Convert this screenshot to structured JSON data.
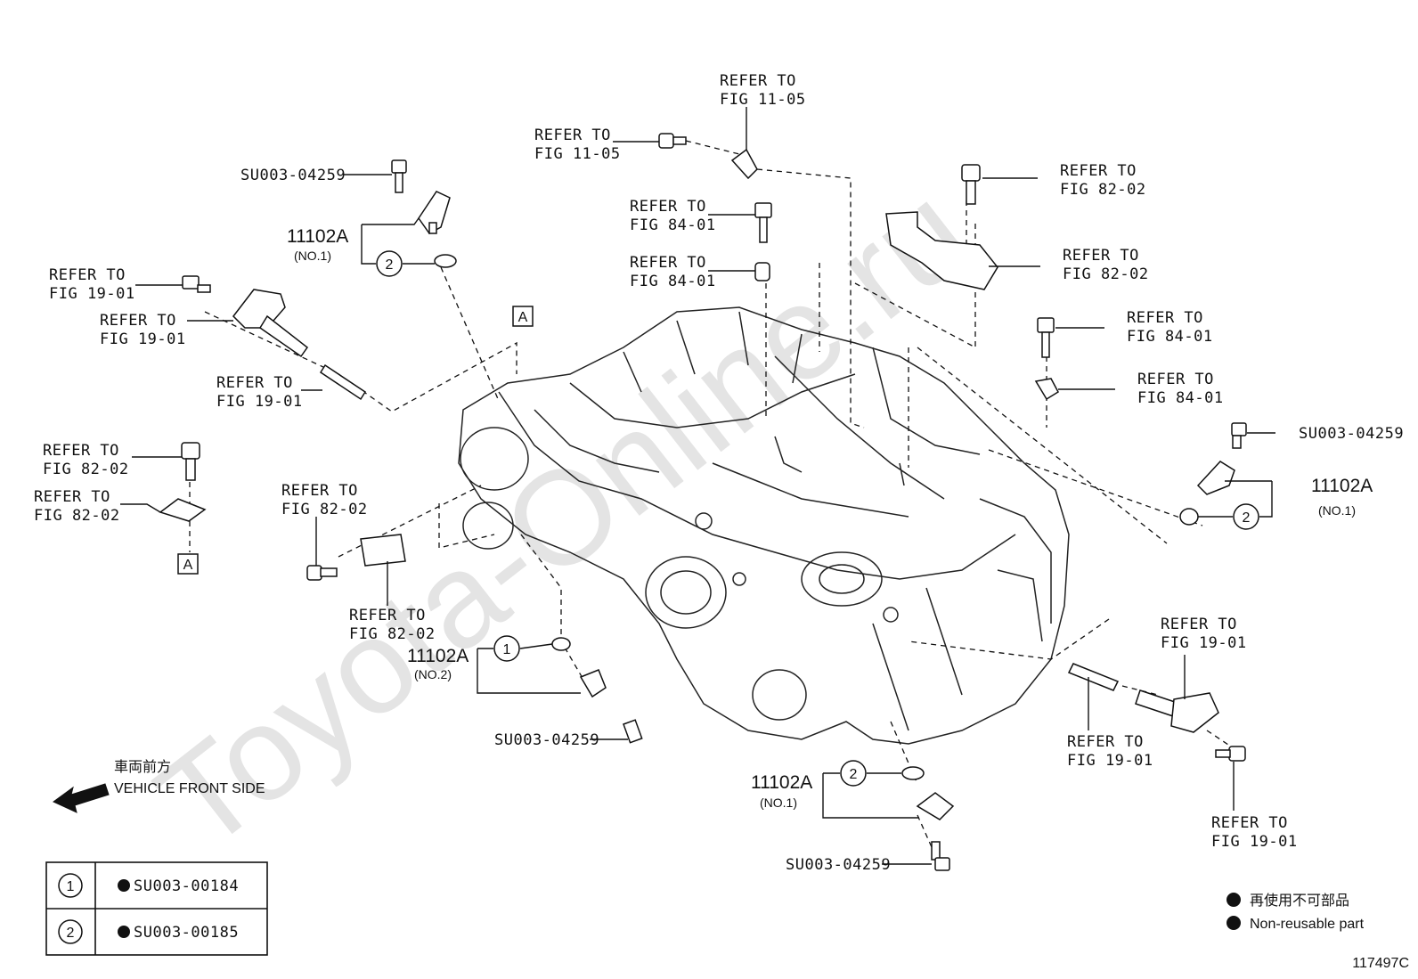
{
  "watermark": "Toyota-Online.ru",
  "figure_number": "117497C",
  "refer_to": "REFER TO",
  "fig": {
    "f1105": "FIG 11-05",
    "f8202": "FIG 82-02",
    "f8401": "FIG 84-01",
    "f1901": "FIG 19-01"
  },
  "parts": {
    "sensor": "11102A",
    "no1": "(NO.1)",
    "no2": "(NO.2)",
    "bolt": "SU003-04259"
  },
  "callouts": {
    "c1": "1",
    "c2": "2",
    "a": "A"
  },
  "direction": {
    "jp": "車両前方",
    "en": "VEHICLE FRONT SIDE"
  },
  "legend_table": [
    {
      "num": "1",
      "part": "SU003-00184"
    },
    {
      "num": "2",
      "part": "SU003-00185"
    }
  ],
  "nonreusable": {
    "jp": "再使用不可部品",
    "en": "Non-reusable part"
  }
}
